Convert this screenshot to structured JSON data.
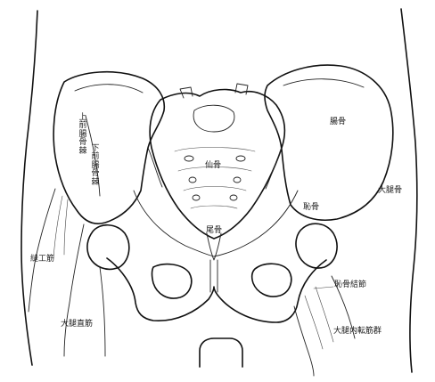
{
  "figure": {
    "labels": {
      "ilium": "腸骨",
      "sacrum": "仙骨",
      "coccyx": "尾骨",
      "femur": "大腿骨",
      "pubis": "恥骨",
      "pubic_tubercle": "恥骨結節",
      "asis": "上前腸骨棘",
      "aiis": "下前腸骨棘",
      "sartorius": "縫工筋",
      "rectus_femoris": "大腿直筋",
      "adductors": "大腿内転筋群"
    }
  }
}
